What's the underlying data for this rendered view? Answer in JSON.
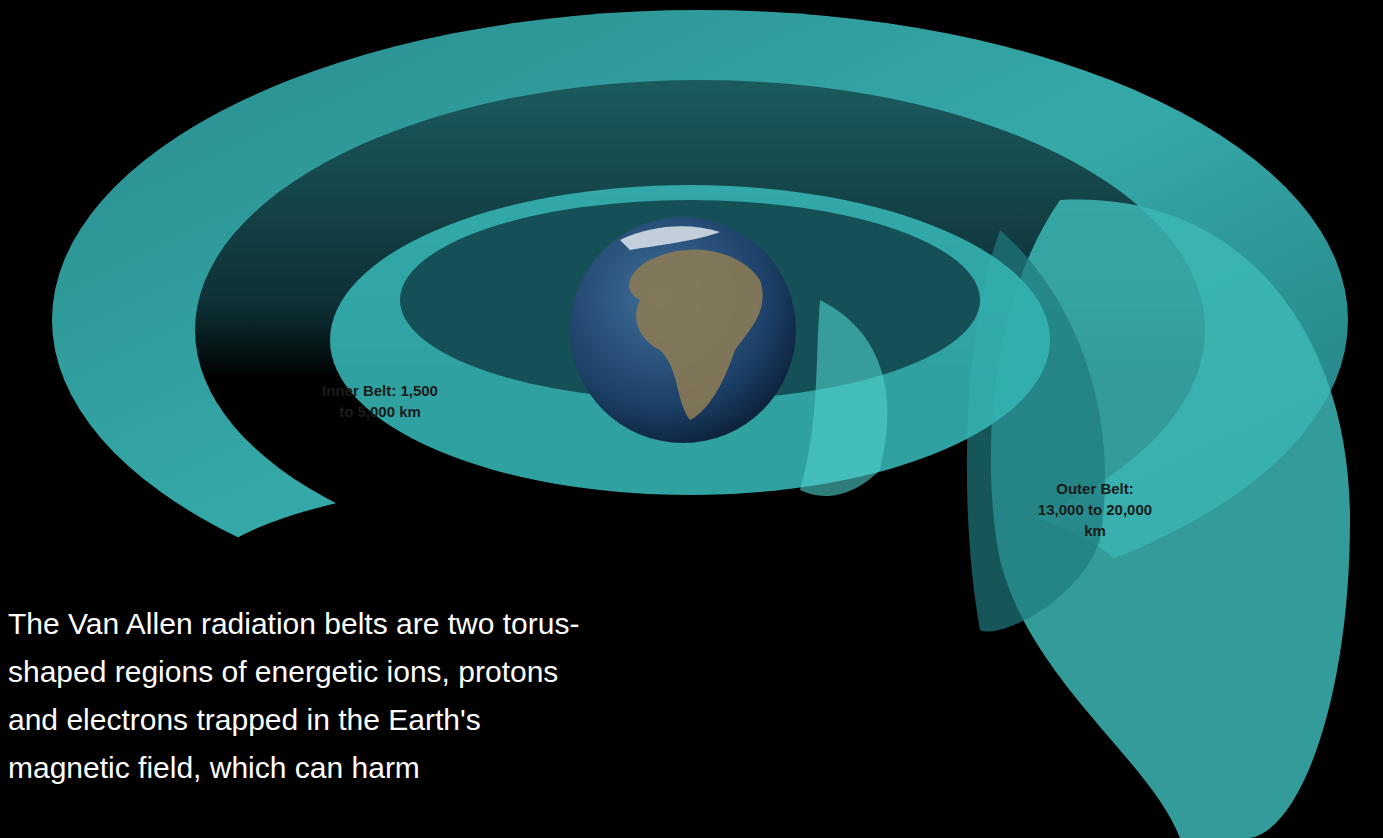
{
  "diagram": {
    "labels": [
      "Inner Belt: 1,500 to 5,000 km",
      "Outer Belt: 13,000 to 20,000 km",
      "The Van Allen radiation belts are two torus-shaped regions of energetic ions, protons and electrons trapped in the Earth's magnetic field, which can harm"
    ]
  }
}
